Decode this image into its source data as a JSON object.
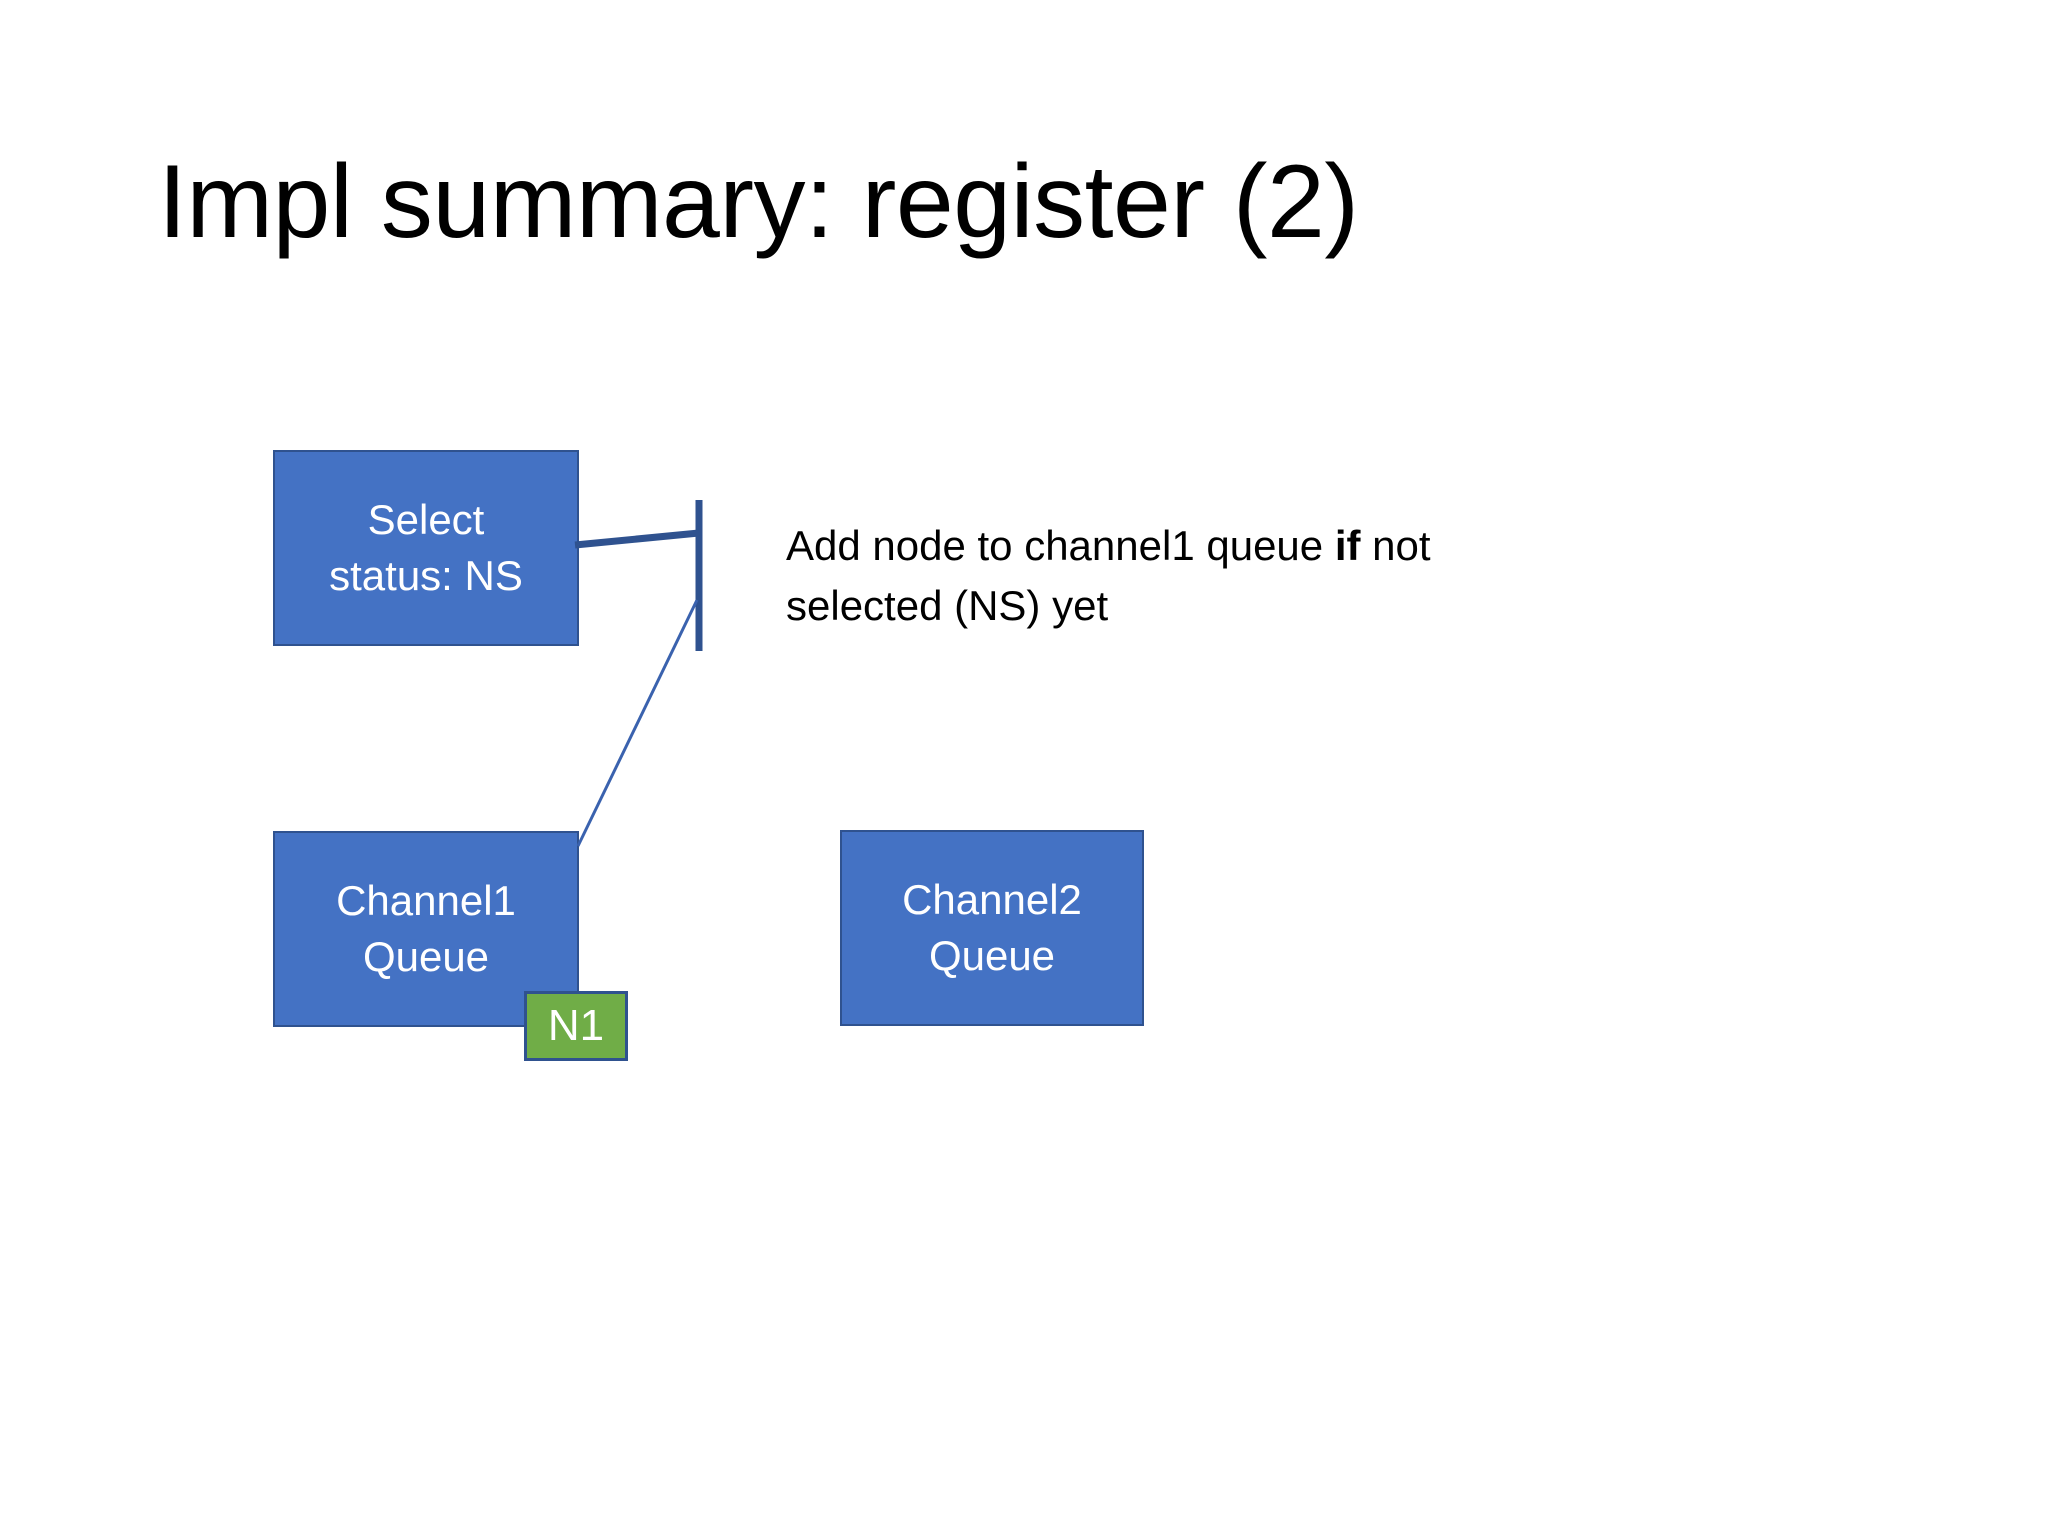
{
  "slide": {
    "title": "Impl summary: register (2)",
    "background_color": "#FFFFFF"
  },
  "theme": {
    "box_fill": "#4472C4",
    "box_border": "#2F528F",
    "box_text": "#FFFFFF",
    "highlight_fill": "#70AD47",
    "highlight_border": "#2F528F",
    "connector_color": "#2F528F",
    "diagonal_color": "#3A62AE",
    "body_text": "#000000"
  },
  "diagram": {
    "boxes": [
      {
        "id": "select-status",
        "name": "select-status-box",
        "line1": "Select",
        "line2": "status: NS",
        "fill": "#4472C4"
      },
      {
        "id": "channel1-queue",
        "name": "channel1-queue-box",
        "line1": "Channel1",
        "line2": "Queue",
        "fill": "#4472C4"
      },
      {
        "id": "channel2-queue",
        "name": "channel2-queue-box",
        "line1": "Channel2",
        "line2": "Queue",
        "fill": "#4472C4"
      },
      {
        "id": "node-n1",
        "name": "node-n1-box",
        "label": "N1",
        "fill": "#70AD47"
      }
    ],
    "annotation": {
      "text_before": "Add node to channel1 queue ",
      "emphasis": "if",
      "text_after": " not selected (NS) yet",
      "full_text": "Add node to channel1 queue if not selected (NS) yet"
    }
  }
}
